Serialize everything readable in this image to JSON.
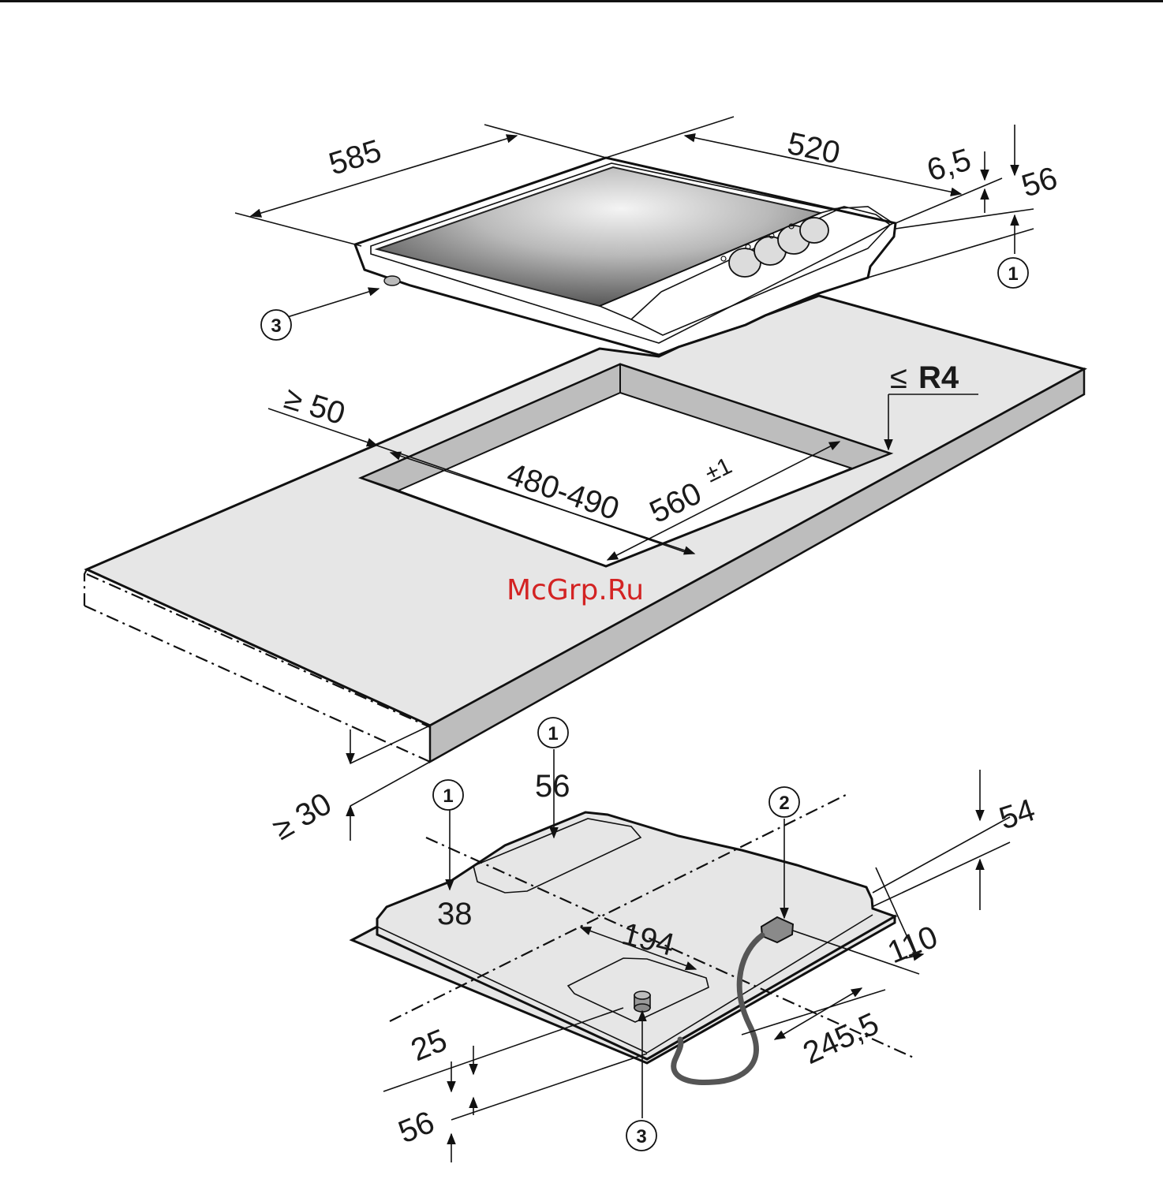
{
  "header": {
    "rule_color": "#111111"
  },
  "watermark": {
    "text": "McGrp.Ru",
    "color": "#d32323"
  },
  "hob_top": {
    "dimensions": {
      "depth": "585",
      "width": "520",
      "thickness": "6,5",
      "height": "56"
    },
    "callouts": {
      "frame": "1",
      "foot": "3"
    }
  },
  "worktop": {
    "dimensions": {
      "min_edge": "≥ 50",
      "cutout_depth": "480-490",
      "cutout_width": "560",
      "cutout_tol": "±1",
      "corner_radius_prefix": "≤",
      "corner_radius": "R4",
      "min_thickness": "≥ 30"
    }
  },
  "hob_bottom": {
    "dimensions": {
      "d56_top": "56",
      "d38": "38",
      "d194": "194",
      "d54": "54",
      "d110": "110",
      "d245": "245,5",
      "d25": "25",
      "d56_bottom": "56"
    },
    "callouts": {
      "top_a": "1",
      "top_b": "1",
      "cable": "2",
      "foot": "3"
    }
  },
  "colors": {
    "glass_dark": "#4a4a4a",
    "glass_light": "#e8e8e8",
    "worktop_fill": "#e6e6e6",
    "worktop_edge": "#bdbdbd",
    "frame_fill": "#ececec",
    "cable": "#555555"
  }
}
